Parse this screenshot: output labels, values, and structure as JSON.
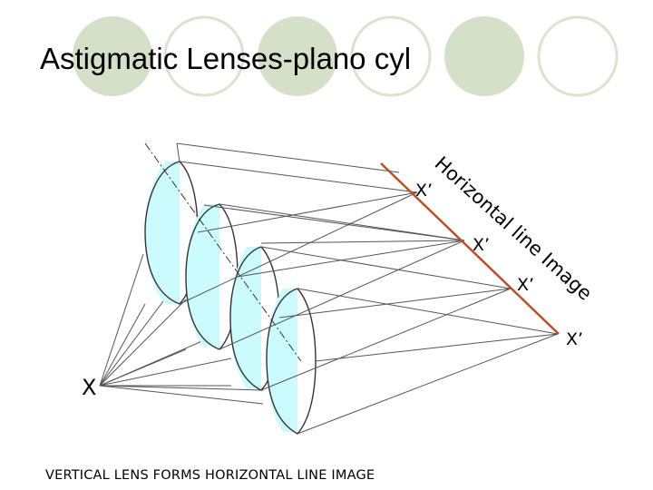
{
  "title": "Astigmatic Lenses-plano cyl",
  "caption": "VERTICAL LENS FORMS HORIZONTAL LINE IMAGE",
  "object_label": "X",
  "image_point_label": "X’",
  "image_line_label": "Horizontal line Image",
  "colors": {
    "lens_fill": "#ccfbfd",
    "image_line": "#b5522a",
    "decor_circle": "#d5e0c8",
    "decor_ring": "#d9e3cf",
    "ray": "#444444"
  }
}
